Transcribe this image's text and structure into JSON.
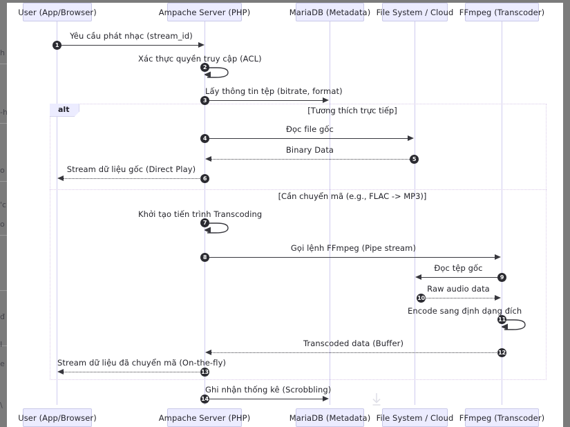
{
  "diagram": {
    "type": "sequence-diagram",
    "title": "",
    "colors": {
      "participant_fill": "#ECECFF",
      "participant_border": "#c8c8e8",
      "lifeline": "#cfcbef",
      "frame_border": "#d8c8e8",
      "message": "#37373d",
      "seq_badge": "#2b2b31",
      "page_background": "#7b7b7b",
      "canvas": "#ffffff"
    },
    "participants": [
      {
        "id": "user",
        "label": "User (App/Browser)"
      },
      {
        "id": "server",
        "label": "Ampache Server (PHP)"
      },
      {
        "id": "db",
        "label": "MariaDB (Metadata)"
      },
      {
        "id": "fs",
        "label": "File System / Cloud"
      },
      {
        "id": "ffmpeg",
        "label": "FFmpeg (Transcoder)"
      }
    ],
    "fragments": [
      {
        "kind": "alt",
        "label": "alt",
        "sections": [
          {
            "condition": "[Tương thích trực tiếp]"
          },
          {
            "condition": "[Cần chuyển mã (e.g., FLAC -> MP3)]"
          }
        ]
      }
    ],
    "messages": [
      {
        "n": "1",
        "label": "Yêu cầu phát nhạc (stream_id)",
        "from": "user",
        "to": "server",
        "style": "solid",
        "dir": "right"
      },
      {
        "n": "2",
        "label": "Xác thực quyền truy cập (ACL)",
        "from": "server",
        "to": "server",
        "style": "solid",
        "dir": "self"
      },
      {
        "n": "3",
        "label": "Lấy thông tin tệp (bitrate, format)",
        "from": "server",
        "to": "db",
        "style": "solid",
        "dir": "right"
      },
      {
        "n": "4",
        "label": "Đọc file gốc",
        "from": "server",
        "to": "fs",
        "style": "solid",
        "dir": "right"
      },
      {
        "n": "5",
        "label": "Binary Data",
        "from": "fs",
        "to": "server",
        "style": "dotted",
        "dir": "left"
      },
      {
        "n": "6",
        "label": "Stream dữ liệu gốc (Direct Play)",
        "from": "server",
        "to": "user",
        "style": "dotted",
        "dir": "left"
      },
      {
        "n": "7",
        "label": "Khởi tạo tiến trình Transcoding",
        "from": "server",
        "to": "server",
        "style": "solid",
        "dir": "self"
      },
      {
        "n": "8",
        "label": "Gọi lệnh FFmpeg (Pipe stream)",
        "from": "server",
        "to": "ffmpeg",
        "style": "solid",
        "dir": "right"
      },
      {
        "n": "9",
        "label": "Đọc tệp gốc",
        "from": "ffmpeg",
        "to": "fs",
        "style": "solid",
        "dir": "left"
      },
      {
        "n": "10",
        "label": "Raw audio data",
        "from": "fs",
        "to": "ffmpeg",
        "style": "dotted",
        "dir": "right"
      },
      {
        "n": "11",
        "label": "Encode sang định dạng đích",
        "from": "ffmpeg",
        "to": "ffmpeg",
        "style": "solid",
        "dir": "self"
      },
      {
        "n": "12",
        "label": "Transcoded data (Buffer)",
        "from": "ffmpeg",
        "to": "server",
        "style": "dotted",
        "dir": "left"
      },
      {
        "n": "13",
        "label": "Stream dữ liệu đã chuyển mã (On-the-fly)",
        "from": "server",
        "to": "user",
        "style": "dotted",
        "dir": "left"
      },
      {
        "n": "14",
        "label": "Ghi nhận thống kê (Scrobbling)",
        "from": "server",
        "to": "db",
        "style": "solid",
        "dir": "right"
      }
    ],
    "watermark": {
      "icon": "download-icon"
    }
  }
}
